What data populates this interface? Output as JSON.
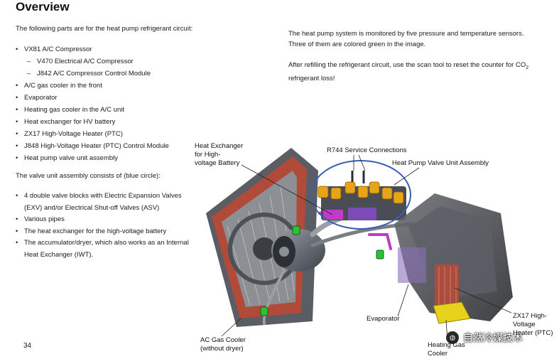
{
  "title": "Overview",
  "intro": "The following parts are for the heat pump refrigerant circuit:",
  "parts": [
    {
      "text": "VX81 A/C Compressor",
      "level": 0
    },
    {
      "text": "V470 Electrical A/C Compressor",
      "level": 1
    },
    {
      "text": "J842 A/C Compressor Control Module",
      "level": 1
    },
    {
      "text": "A/C gas cooler in the front",
      "level": 0
    },
    {
      "text": "Evaporator",
      "level": 0
    },
    {
      "text": "Heating gas cooler in the A/C unit",
      "level": 0
    },
    {
      "text": "Heat exchanger for HV battery",
      "level": 0
    },
    {
      "text": "ZX17 High-Voltage Heater (PTC)",
      "level": 0
    },
    {
      "text": "J848 High-Voltage Heater (PTC) Control Module",
      "level": 0
    },
    {
      "text": "Heat pump valve unit assembly",
      "level": 0
    }
  ],
  "valve_heading": "The valve unit assembly consists of (blue circle):",
  "valve_items": [
    "4 double valve blocks with Electric Expansion Valves (EXV) and/or Electrical Shut-off Valves (ASV)",
    "Various pipes",
    "The heat exchanger for the high-voltage battery",
    "The accumulator/dryer, which also works as an Internal Heat Exchanger (IWT)."
  ],
  "right_text_1": "The heat pump system is monitored by five pressure and temperature sensors.  Three of them are colored green in the image.",
  "right_text_2_a": "After refilling the refrigerant circuit, use the scan tool to reset the counter for CO",
  "right_text_2_sub": "2",
  "right_text_2_b": " refrigerant loss!",
  "page_number": "34",
  "labels": {
    "heat_exchanger_1": "Heat Exchanger",
    "heat_exchanger_2": "for High-",
    "heat_exchanger_3": "voltage Battery",
    "r744": "R744 Service Connections",
    "valve_unit": "Heat Pump Valve Unit Assembly",
    "evaporator": "Evaporator",
    "zx17_1": "ZX17 High-",
    "zx17_2": "Voltage",
    "zx17_3": "Heater (PTC)",
    "ac_gas_1": "AC Gas Cooler",
    "ac_gas_2": "(without dryer)",
    "heating_gas_1": "Heating Gas",
    "heating_gas_2": "Cooler"
  },
  "watermark": "自然冷媒技术",
  "colors": {
    "circle_outline": "#3a5fb0",
    "sensor_green": "#2bbf3a",
    "valve_orange": "#e8a418",
    "radiator_red": "#b24a3a",
    "heater_yellow": "#e6d21a",
    "pipe_magenta": "#c03cc8"
  }
}
